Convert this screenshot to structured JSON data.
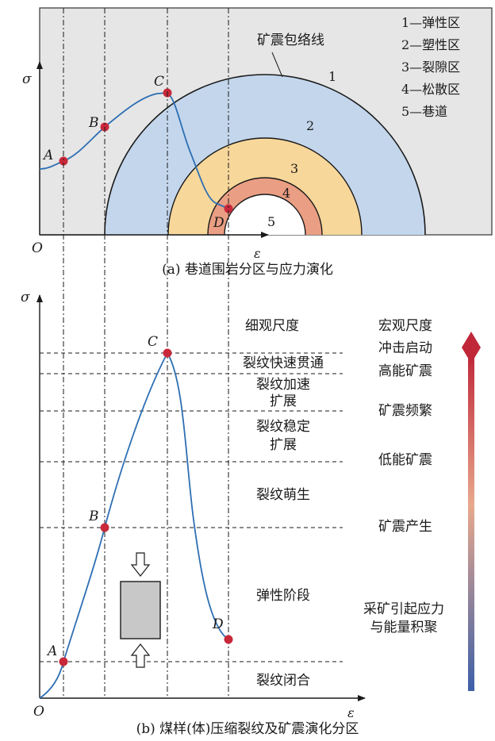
{
  "part_a": {
    "caption": "(a) 巷道围岩分区与应力演化",
    "envelope_label": "矿震包络线",
    "legend": [
      {
        "text": "1—弹性区"
      },
      {
        "text": "2—塑性区"
      },
      {
        "text": "3—裂隙区"
      },
      {
        "text": "4—松散区"
      },
      {
        "text": "5—巷道"
      }
    ],
    "zone_numbers": [
      "1",
      "2",
      "3",
      "4",
      "5"
    ],
    "axis_y": "σ",
    "axis_x": "ε",
    "origin": "O",
    "points": [
      "A",
      "B",
      "C",
      "D"
    ],
    "colors": {
      "background": "#e6e6e6",
      "plastic": "#c3d6ec",
      "fracture": "#f7d79a",
      "loose": "#ea9e83",
      "roadway": "#ffffff",
      "curve": "#2e6fb3",
      "point": "#c8283a"
    }
  },
  "part_b": {
    "caption": "(b) 煤样(体)压缩裂纹及矿震演化分区",
    "axis_y": "σ",
    "axis_x": "ε",
    "origin": "O",
    "points": [
      "A",
      "B",
      "C",
      "D"
    ],
    "header_meso": "细观尺度",
    "header_macro": "宏观尺度",
    "meso": [
      {
        "lines": [
          "裂纹快速贯通"
        ]
      },
      {
        "lines": [
          "裂纹加速",
          "扩展"
        ]
      },
      {
        "lines": [
          "裂纹稳定",
          "扩展"
        ]
      },
      {
        "lines": [
          "裂纹萌生"
        ]
      },
      {
        "lines": [
          "弹性阶段"
        ]
      },
      {
        "lines": [
          "裂纹闭合"
        ]
      }
    ],
    "macro": [
      {
        "lines": [
          "冲击启动"
        ]
      },
      {
        "lines": [
          "高能矿震"
        ]
      },
      {
        "lines": [
          "矿震频繁"
        ]
      },
      {
        "lines": [
          "低能矿震"
        ]
      },
      {
        "lines": [
          "矿震产生"
        ]
      },
      {
        "lines": [
          "采矿引起应力",
          "与能量积聚"
        ]
      }
    ],
    "arrow_gradient": [
      "#3d5fa8",
      "#e8a98d",
      "#c0283a"
    ]
  }
}
